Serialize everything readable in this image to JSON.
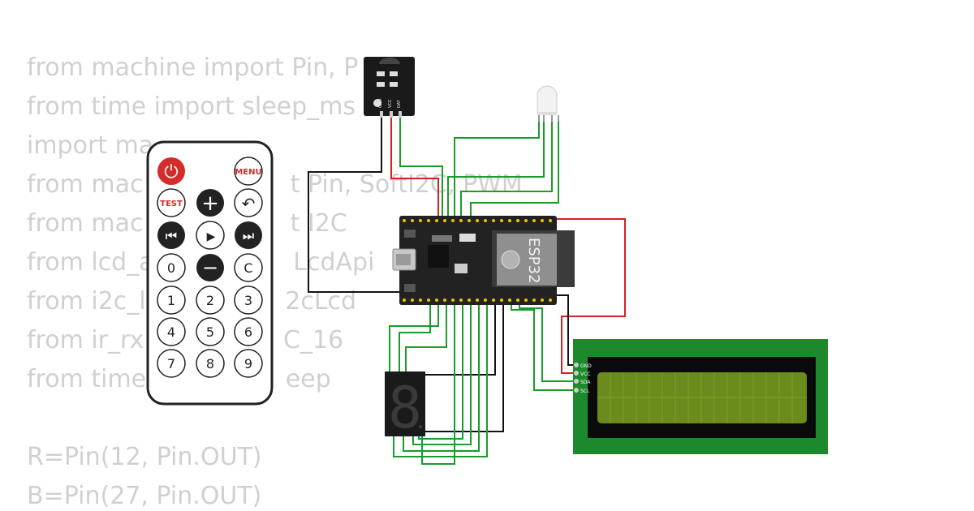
{
  "code_lines": [
    "from machine import Pin, P",
    "from time import sleep_ms",
    "import ma",
    "from mac                   t Pin, SoftI2C, PWM",
    "from mac                   t I2C",
    "from lcd_a                  LcdApi",
    "from i2c_l                  2cLcd",
    "from ir_rx                  C_16",
    "from time                  eep",
    "",
    "R=Pin(12, Pin.OUT)",
    "B=Pin(27, Pin.OUT)"
  ],
  "remote": {
    "power_label": "⏻",
    "menu_label": "MENU",
    "test_label": "TEST",
    "plus_label": "+",
    "back_label": "↶",
    "prev_label": "⏮",
    "play_label": "▶",
    "next_label": "⏭",
    "zero_label": "0",
    "minus_label": "−",
    "c_label": "C",
    "digits": [
      "1",
      "2",
      "3",
      "4",
      "5",
      "6",
      "7",
      "8",
      "9"
    ]
  },
  "ir_sensor": {
    "pins": [
      "GND",
      "VCC",
      "DAT"
    ]
  },
  "esp32": {
    "chip_label": "ESP32"
  },
  "seven_segment": {
    "digit": "8"
  },
  "lcd": {
    "pins": [
      "GND",
      "VCC",
      "SDA",
      "SCL"
    ]
  },
  "colors": {
    "wire_green": "#1a9c2a",
    "wire_red": "#d82020",
    "wire_black": "#111111",
    "lcd_screen": "#6b8c1d",
    "lcd_board": "#1c8a2c",
    "code_text": "#d0d0d0"
  }
}
